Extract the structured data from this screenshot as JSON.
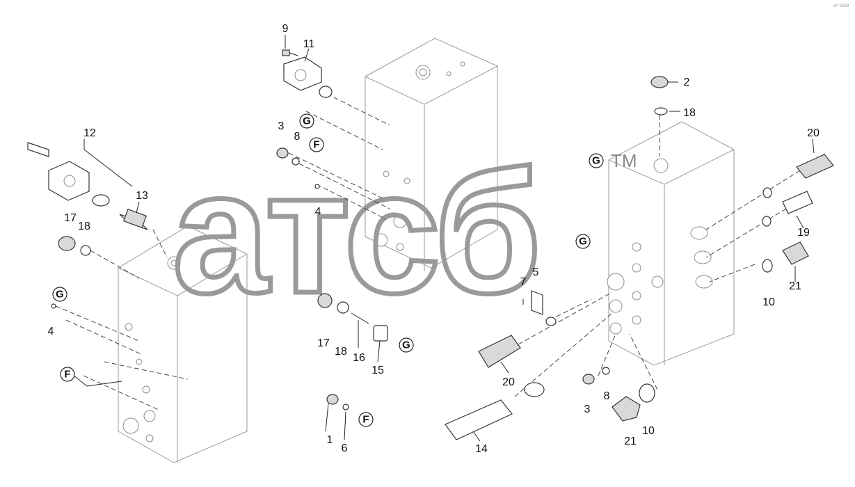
{
  "corner_mark": "a²³ 9368",
  "watermark": {
    "text": "атсб",
    "tm": "TM"
  },
  "callouts": {
    "c1": "1",
    "c2": "2",
    "c3a": "3",
    "c3b": "3",
    "c4a": "4",
    "c4b": "4",
    "c5": "5",
    "c6": "6",
    "c7": "7",
    "c8a": "8",
    "c8b": "8",
    "c9": "9",
    "c10a": "10",
    "c10b": "10",
    "c11": "11",
    "c12": "12",
    "c13": "13",
    "c14": "14",
    "c15": "15",
    "c16": "16",
    "c17a": "17",
    "c17b": "17",
    "c18a": "18",
    "c18b": "18",
    "c18c": "18",
    "c19": "19",
    "c20a": "20",
    "c20b": "20",
    "c21a": "21",
    "c21b": "21"
  },
  "connectors": {
    "g1": "G",
    "g2": "G",
    "g3": "G",
    "g4": "G",
    "g5": "G",
    "f1": "F",
    "f2": "F",
    "f3": "F"
  }
}
